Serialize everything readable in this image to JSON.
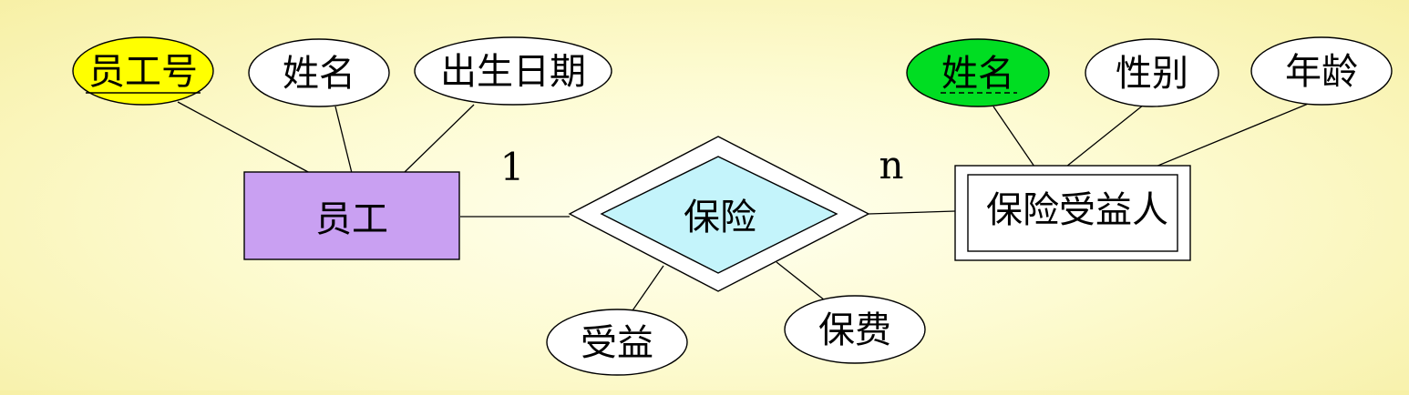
{
  "diagram": {
    "entities": {
      "employee": {
        "label": "员工",
        "fill": "#c9a0f2"
      },
      "beneficiary": {
        "label": "保险受益人",
        "weak": true
      }
    },
    "relationship": {
      "label": "保险",
      "fill": "#c4f4fb",
      "identifying": true
    },
    "attributes": {
      "emp_id": {
        "label": "员工号",
        "fill": "#ffff00",
        "key": true
      },
      "emp_name": {
        "label": "姓名"
      },
      "emp_birth": {
        "label": "出生日期"
      },
      "ben_name": {
        "label": "姓名",
        "fill": "#00dd22",
        "partial_key": true
      },
      "ben_gender": {
        "label": "性别"
      },
      "ben_age": {
        "label": "年龄"
      },
      "rel_benefit": {
        "label": "受益"
      },
      "rel_premium": {
        "label": "保费"
      }
    },
    "cardinality": {
      "left": "1",
      "right": "n"
    }
  }
}
